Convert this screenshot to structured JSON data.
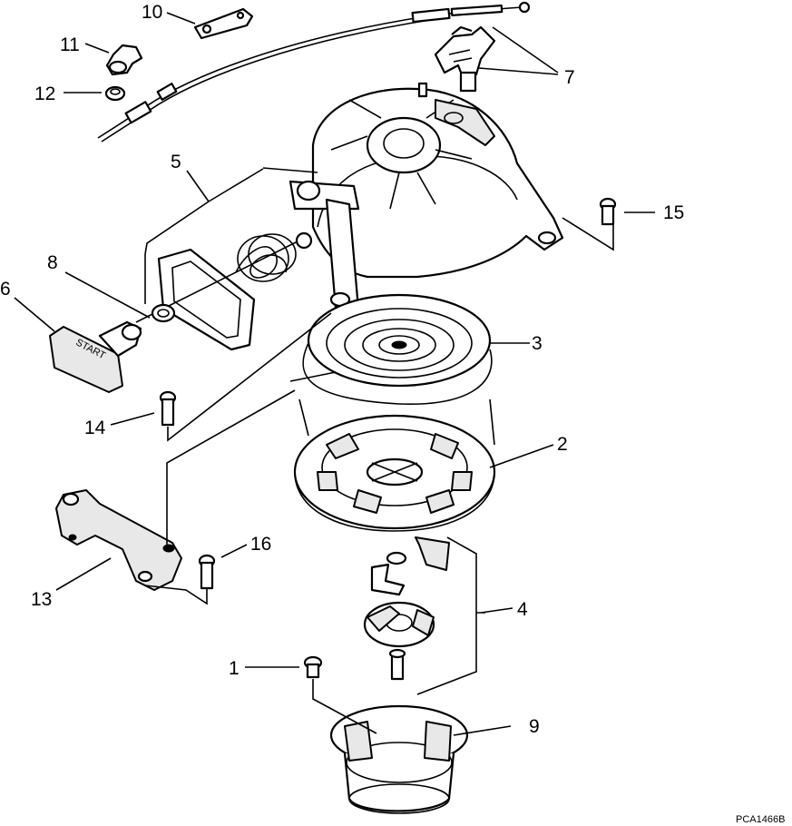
{
  "diagram": {
    "callouts": [
      "1",
      "2",
      "3",
      "4",
      "5",
      "6",
      "7",
      "8",
      "9",
      "10",
      "11",
      "12",
      "13",
      "14",
      "15",
      "16"
    ],
    "handle_text": "START",
    "figure_code": "PCA1466B"
  }
}
